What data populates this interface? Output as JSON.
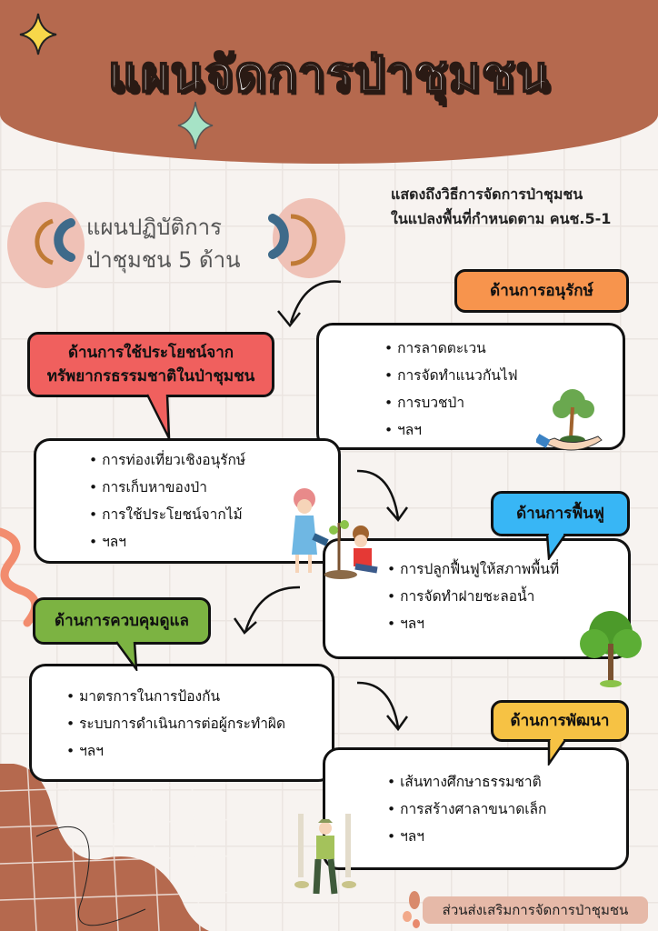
{
  "title": "แผนจัดการป่าชุมชน",
  "subtitle_line1": "แผนปฏิบัติการ",
  "subtitle_line2": "ป่าชุมชน 5 ด้าน",
  "description_line1": "แสดงถึงวิธีการจัดการป่าชุมชน",
  "description_line2": "ในแปลงพื้นที่กำหนดตาม คนช.5-1",
  "sections": [
    {
      "label": "ด้านการอนุรักษ์",
      "color": "#f7944d",
      "items": [
        "การลาดตะเวน",
        "การจัดทำแนวกันไฟ",
        "การบวชป่า",
        "ฯลฯ"
      ]
    },
    {
      "label_line1": "ด้านการใช้ประโยชน์จาก",
      "label_line2": "ทรัพยากรธรรมชาติในป่าชุมชน",
      "color": "#f0605e",
      "items": [
        "การท่องเที่ยวเชิงอนุรักษ์",
        "การเก็บหาของป่า",
        "การใช้ประโยชน์จากไม้",
        "ฯลฯ"
      ]
    },
    {
      "label": "ด้านการฟื้นฟู",
      "color": "#38b6f5",
      "items": [
        "การปลูกฟื้นฟูให้สภาพพื้นที่",
        "การจัดทำฝายชะลอน้ำ",
        "ฯลฯ"
      ]
    },
    {
      "label": "ด้านการควบคุมดูแล",
      "color": "#7cb342",
      "items": [
        "มาตรการในการป้องกัน",
        "ระบบการดำเนินการต่อผู้กระทำผิด",
        "ฯลฯ"
      ]
    },
    {
      "label": "ด้านการพัฒนา",
      "color": "#f6c244",
      "items": [
        "เส้นทางศึกษาธรรมชาติ",
        "การสร้างศาลาขนาดเล็ก",
        "ฯลฯ"
      ]
    }
  ],
  "footer": "ส่วนส่งเสริมการจัดการป่าชุมชน"
}
